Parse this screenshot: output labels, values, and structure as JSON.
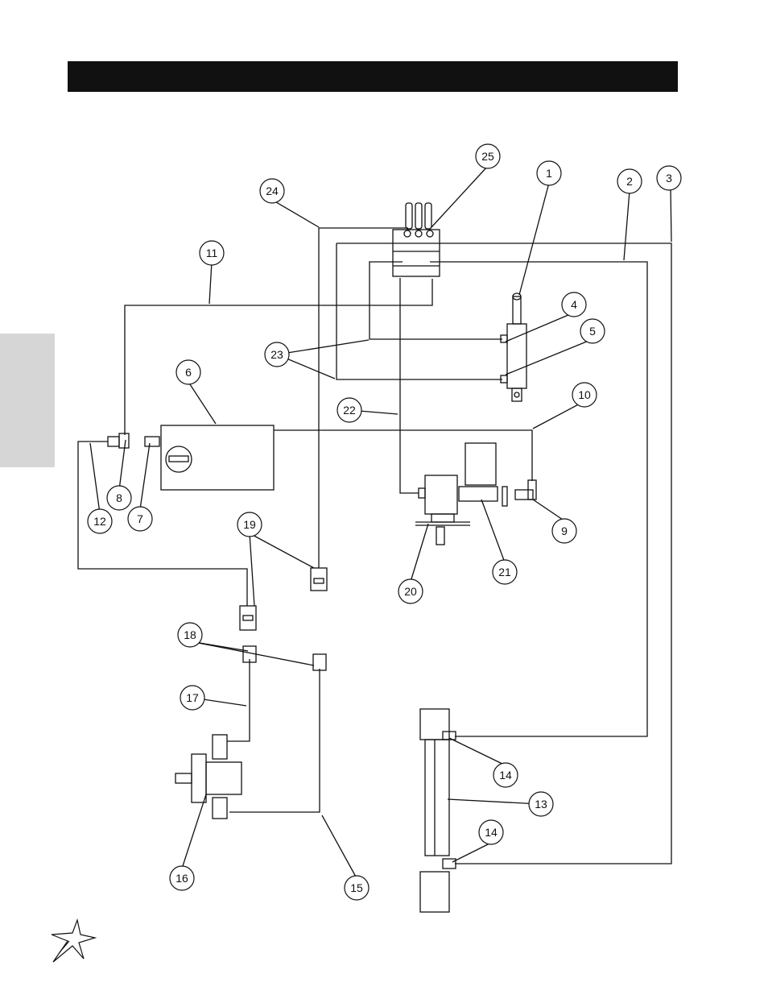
{
  "callouts": {
    "c1": "1",
    "c2": "2",
    "c3": "3",
    "c4": "4",
    "c5": "5",
    "c6": "6",
    "c7": "7",
    "c8": "8",
    "c9": "9",
    "c10": "10",
    "c11": "11",
    "c12": "12",
    "c13": "13",
    "c14a": "14",
    "c14b": "14",
    "c15": "15",
    "c16": "16",
    "c17": "17",
    "c18": "18",
    "c19": "19",
    "c20": "20",
    "c21": "21",
    "c22": "22",
    "c23": "23",
    "c24": "24",
    "c25": "25"
  },
  "icons": {
    "logo": "star-logo-icon"
  },
  "colors": {
    "line": "#111111",
    "bar": "#111111",
    "tab": "#d6d6d6"
  }
}
